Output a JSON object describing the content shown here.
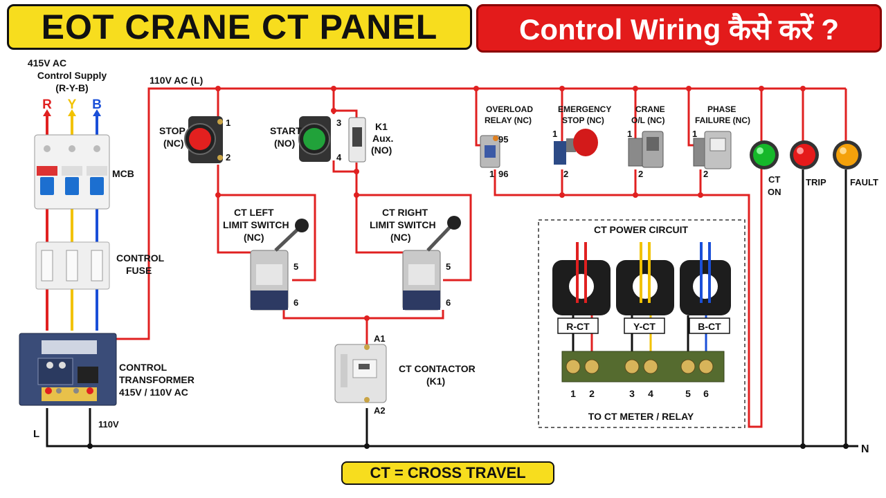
{
  "title": "EOT CRANE CT PANEL",
  "subtitle": "Control Wiring कैसे करें ?",
  "footer": "CT = CROSS TRAVEL",
  "supply": {
    "line1": "415V AC",
    "line2": "Control Supply",
    "line3": "(R-Y-B)",
    "r": "R",
    "y": "Y",
    "b": "B"
  },
  "mcb": "MCB",
  "control_fuse": {
    "line1": "CONTROL",
    "line2": "FUSE"
  },
  "transformer": {
    "line1": "CONTROL",
    "line2": "TRANSFORMER",
    "line3": "415V / 110V AC",
    "l_label": "L",
    "v_label": "110V"
  },
  "bus_label": "110V AC (L)",
  "neutral_label": "N",
  "stop": {
    "line1": "STOP",
    "line2": "(NC)",
    "t1": "1",
    "t2": "2"
  },
  "start": {
    "line1": "START",
    "line2": "(NO)",
    "t1": "3",
    "t2": "4"
  },
  "k1_aux": {
    "line1": "K1",
    "line2": "Aux.",
    "line3": "(NO)"
  },
  "left_limit": {
    "line1": "CT LEFT",
    "line2": "LIMIT SWITCH",
    "line3": "(NC)",
    "t1": "5",
    "t2": "6"
  },
  "right_limit": {
    "line1": "CT RIGHT",
    "line2": "LIMIT SWITCH",
    "line3": "(NC)",
    "t1": "5",
    "t2": "6"
  },
  "contactor": {
    "line1": "CT CONTACTOR",
    "line2": "(K1)",
    "a1": "A1",
    "a2": "A2"
  },
  "overload": {
    "line1": "OVERLOAD",
    "line2": "RELAY (NC)",
    "t1": "95",
    "t2": "96",
    "t0": "1"
  },
  "estop": {
    "line1": "EMERGENCY",
    "line2": "STOP (NC)",
    "t1": "1",
    "t2": "2"
  },
  "crane_ol": {
    "line1": "CRANE",
    "line2": "O/L (NC)",
    "t1": "1",
    "t2": "2"
  },
  "phase_fail": {
    "line1": "PHASE",
    "line2": "FAILURE (NC)",
    "t1": "1",
    "t2": "2"
  },
  "lamps": {
    "ct_on_1": "CT",
    "ct_on_2": "ON",
    "trip": "TRIP",
    "fault": "FAULT"
  },
  "power_circuit": {
    "title": "CT POWER CIRCUIT",
    "r_ct": "R-CT",
    "y_ct": "Y-CT",
    "b_ct": "B-CT",
    "terminals": [
      "1",
      "2",
      "3",
      "4",
      "5",
      "6"
    ],
    "to_meter": "TO CT METER / RELAY"
  },
  "colors": {
    "wire": "#e02020",
    "neutral": "#111111",
    "r": "#e02020",
    "y": "#f2c200",
    "b": "#1a4fd8",
    "lamp_green": "#16b82a",
    "lamp_red": "#e51a1a",
    "lamp_amber": "#f4a10b"
  }
}
